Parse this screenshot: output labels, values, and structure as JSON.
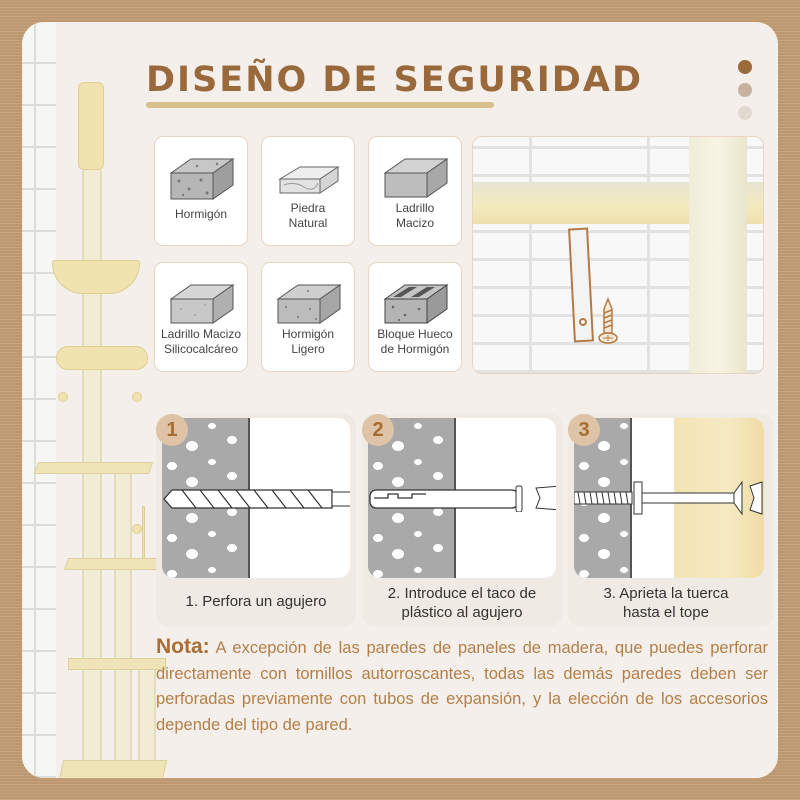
{
  "title": "DISEÑO DE SEGURIDAD",
  "colors": {
    "frame_bg": "#c39d74",
    "card_bg": "#f4efea",
    "title": "#99693c",
    "title_underline": "#d8c08c",
    "accent_text": "#b37f49",
    "dots": [
      "#9c6a3b",
      "#c6b29f",
      "#e2dad0"
    ]
  },
  "wall_types": [
    {
      "label": "Hormigón",
      "icon": "concrete-block-icon"
    },
    {
      "label": "Piedra\nNatural",
      "icon": "natural-stone-block-icon"
    },
    {
      "label": "Ladrillo\nMacizo",
      "icon": "solid-brick-icon"
    },
    {
      "label": "Ladrillo Macizo\nSilicocalcáreo",
      "icon": "calcium-silicate-brick-icon"
    },
    {
      "label": "Hormigón\nLigero",
      "icon": "lightweight-concrete-block-icon"
    },
    {
      "label": "Bloque Hueco\nde Hormigón",
      "icon": "hollow-concrete-block-icon"
    }
  ],
  "install_photo": {
    "icons": [
      "wall-bracket-icon",
      "screw-icon"
    ]
  },
  "steps": [
    {
      "number": "1",
      "caption": "1. Perfora un agujero",
      "icon": "drill-bit-icon"
    },
    {
      "number": "2",
      "caption": "2. Introduce el taco de\nplástico al agujero",
      "icon": "wall-plug-icon"
    },
    {
      "number": "3",
      "caption": "3. Aprieta la tuerca\nhasta el tope",
      "icon": "screw-bolt-icon"
    }
  ],
  "note": {
    "label": "Nota:",
    "text": " A excepción de las paredes de paneles de madera, que puedes perforar directamente con tornillos autorroscantes, todas las demás paredes deben ser perforadas previamente con tubos de expansión, y la elección de los accesorios depende del tipo de pared."
  }
}
